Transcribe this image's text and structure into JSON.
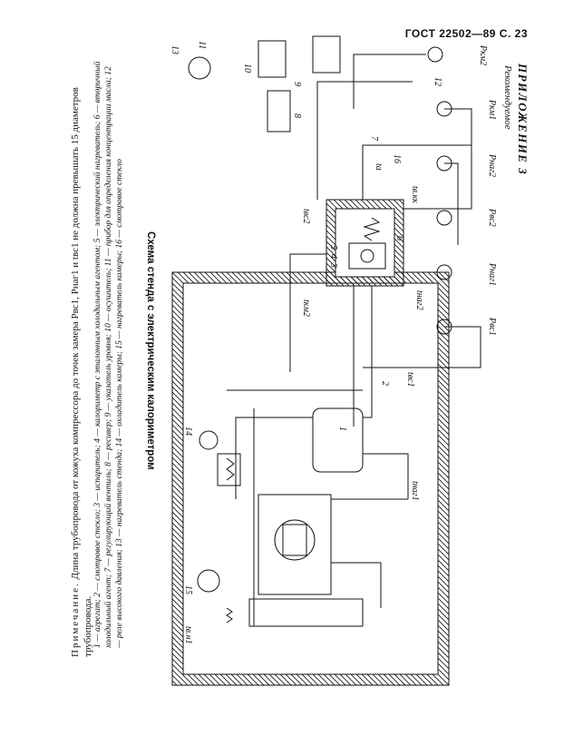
{
  "header": {
    "page_ref": "ГОСТ 22502—89 С. 23"
  },
  "appendix": {
    "label": "ПРИЛОЖЕНИЕ 3",
    "status": "Рекомендуемое"
  },
  "figure": {
    "title": "Схема стенда с электрическим калориметром",
    "labels": {
      "n1": "1",
      "n2": "2",
      "n3": "3",
      "n4": "4",
      "n5": "5",
      "n6": "6",
      "n7": "7",
      "n8": "8",
      "n9": "9",
      "n10": "10",
      "n11": "11",
      "n12": "12",
      "n13": "13",
      "n14": "14",
      "n15": "15",
      "n16": "16",
      "p_vs1": "Pвс1",
      "p_nag1": "Pнаг1",
      "p_vs2": "Pвс2",
      "p_nag2": "Pнаг2",
      "p_km1": "Pкм1",
      "p_km2": "Pкм2",
      "t_vs1": "tвс1",
      "t_nag1": "tнаг1",
      "t_nag2": "tнаг2",
      "t_vs2": "tвс2",
      "t_km2": "tкм2",
      "t_v1": "tв.кк",
      "t_a": "tа",
      "t_okr": "tв.н1"
    }
  },
  "legend": "1 — агрегат; 2 — смотровое стекло; 3 — испаритель; 4 — калориметр с эталонным холодильным агентом; 5 — электрический нагреватель; 6 — вторичный холодильный агент; 7 — регулирующий вентиль; 8 — ресивер; 9 — указатель уровня; 10 — осушитель; 11 — прибор для определения концентрации масла; 12 — реле высокого давления; 13 — нагреватель стенда; 14 — охладитель камеры; 15 — нагреватель камеры; 16 — смотровое стекло",
  "note": {
    "label": "Примечание.",
    "text": "Длина трубопровода от кожуха компрессора до точек замера Pвс1, Pнаг1 и tвс1 не должна превышать 15 диаметров трубопровода."
  }
}
